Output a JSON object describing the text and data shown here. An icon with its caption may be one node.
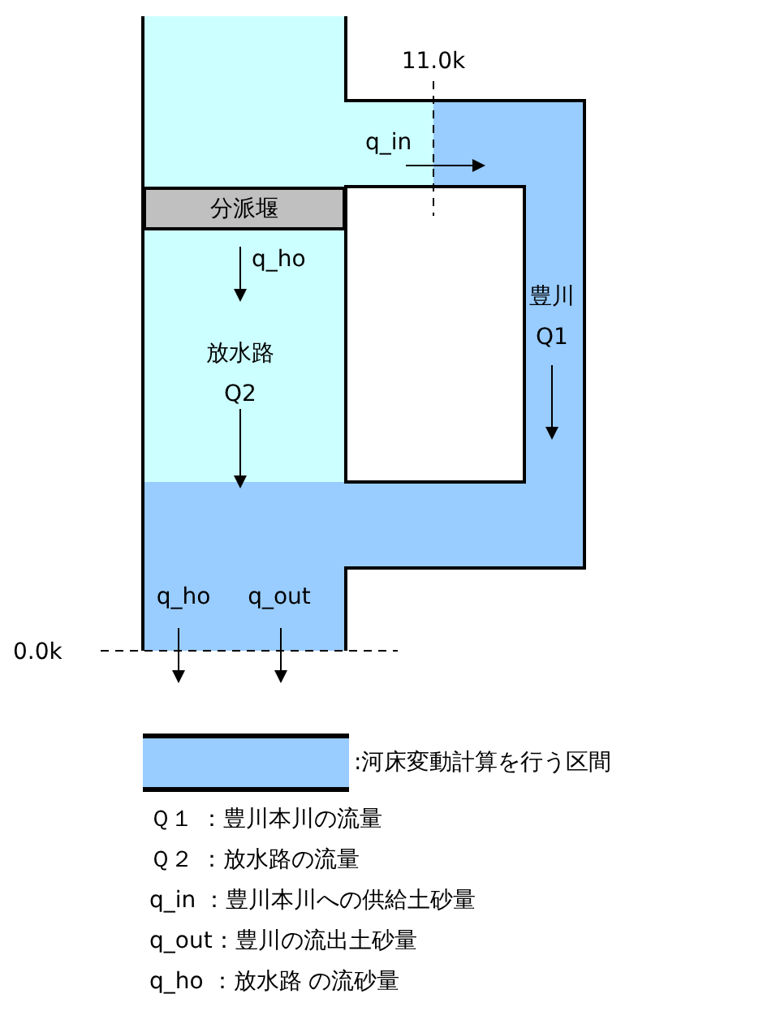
{
  "diagram": {
    "nodes": [
      {
        "text": [
          "分派堰"
        ]
      }
    ],
    "labels": [
      "11.0k",
      "q_in",
      "豊川",
      "Q1",
      "q_ho",
      "放水路",
      "Q2",
      "q_ho",
      "q_out",
      "0.0k",
      "Ｑ１ ：豊川本川の流量",
      "Ｑ２ ：放水路の流量",
      "q_in ：豊川本川への供給土砂量",
      "q_out：豊川の流出土砂量",
      "q_ho ：放水路 の流砂量"
    ],
    "legend": [
      {
        "text": ":河床変動計算を行う区間",
        "color": "#99ccff"
      }
    ]
  }
}
